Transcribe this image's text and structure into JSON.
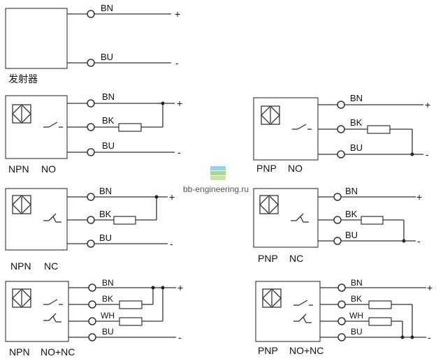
{
  "watermark": {
    "text": "bb-engineering.ru"
  },
  "emitter": {
    "label": "发射器",
    "wires": [
      {
        "name": "BN",
        "sign": "+"
      },
      {
        "name": "BU",
        "sign": "-"
      }
    ]
  },
  "npn_no": {
    "type": "NPN",
    "mode": "NO",
    "wires": [
      {
        "name": "BN",
        "sign": "+"
      },
      {
        "name": "BK"
      },
      {
        "name": "BU",
        "sign": "-"
      }
    ]
  },
  "pnp_no": {
    "type": "PNP",
    "mode": "NO",
    "wires": [
      {
        "name": "BN",
        "sign": "+"
      },
      {
        "name": "BK"
      },
      {
        "name": "BU",
        "sign": "-"
      }
    ]
  },
  "npn_nc": {
    "type": "NPN",
    "mode": "NC",
    "wires": [
      {
        "name": "BN",
        "sign": "+"
      },
      {
        "name": "BK"
      },
      {
        "name": "BU",
        "sign": "-"
      }
    ]
  },
  "pnp_nc": {
    "type": "PNP",
    "mode": "NC",
    "wires": [
      {
        "name": "BN",
        "sign": "+"
      },
      {
        "name": "BK"
      },
      {
        "name": "BU",
        "sign": "-"
      }
    ]
  },
  "npn_nonc": {
    "type": "NPN",
    "mode": "NO+NC",
    "wires": [
      {
        "name": "BN",
        "sign": "+"
      },
      {
        "name": "BK"
      },
      {
        "name": "WH"
      },
      {
        "name": "BU",
        "sign": "-"
      }
    ]
  },
  "pnp_nonc": {
    "type": "PNP",
    "mode": "NO+NC",
    "wires": [
      {
        "name": "BN",
        "sign": "+"
      },
      {
        "name": "BK"
      },
      {
        "name": "WH"
      },
      {
        "name": "BU",
        "sign": "-"
      }
    ]
  }
}
